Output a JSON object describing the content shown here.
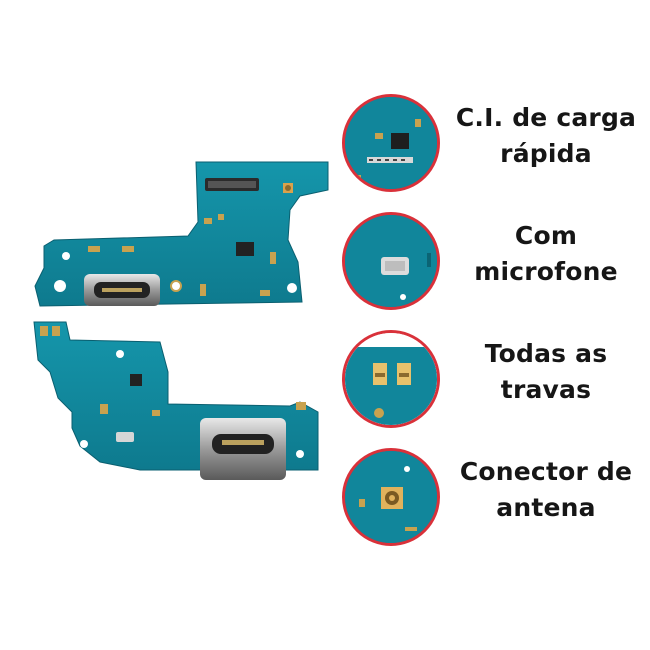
{
  "features": [
    {
      "line1": "C.I. de carga",
      "line2": "rápida",
      "icon": "fast-charge-ic-icon"
    },
    {
      "line1": "Com",
      "line2": "microfone",
      "icon": "microphone-icon"
    },
    {
      "line1": "Todas as",
      "line2": "travas",
      "icon": "latches-icon"
    },
    {
      "line1": "Conector de",
      "line2": "antena",
      "icon": "antenna-connector-icon"
    }
  ],
  "colors": {
    "pcb": "#11869b",
    "pcb_dark": "#0c6a7d",
    "circle_border": "#d9313a",
    "text": "#161616"
  }
}
